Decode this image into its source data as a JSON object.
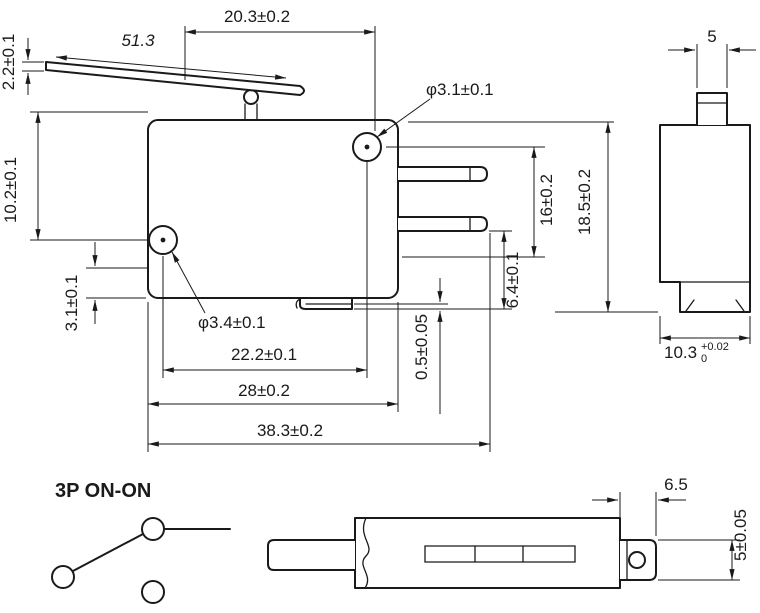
{
  "colors": {
    "ink": "#1a1a1a",
    "background": "#ffffff"
  },
  "front_view": {
    "dims": {
      "top_width": "20.3±0.2",
      "lever_length": "51.3",
      "lever_thickness": "2.2±0.1",
      "top_hole_dia": "φ3.1±0.1",
      "left_height": "10.2±0.1",
      "hole_offset": "3.1±0.1",
      "bottom_hole_dia": "φ3.4±0.1",
      "hole_spacing": "22.2±0.1",
      "body_width": "28±0.2",
      "overall_width": "38.3±0.2",
      "terminal_span": "16±0.2",
      "overall_height": "18.5±0.2",
      "terminal_offset": "6.4±0.1",
      "terminal_thickness": "0.5±0.05"
    }
  },
  "side_view": {
    "dims": {
      "plunger_width": "5",
      "depth": "10.3",
      "depth_tol_upper": "+0.02",
      "depth_tol_lower": "0"
    }
  },
  "bottom_view": {
    "dims": {
      "terminal_width": "6.5",
      "terminal_height": "5±0.05"
    }
  },
  "schematic": {
    "label": "3P ON-ON"
  }
}
